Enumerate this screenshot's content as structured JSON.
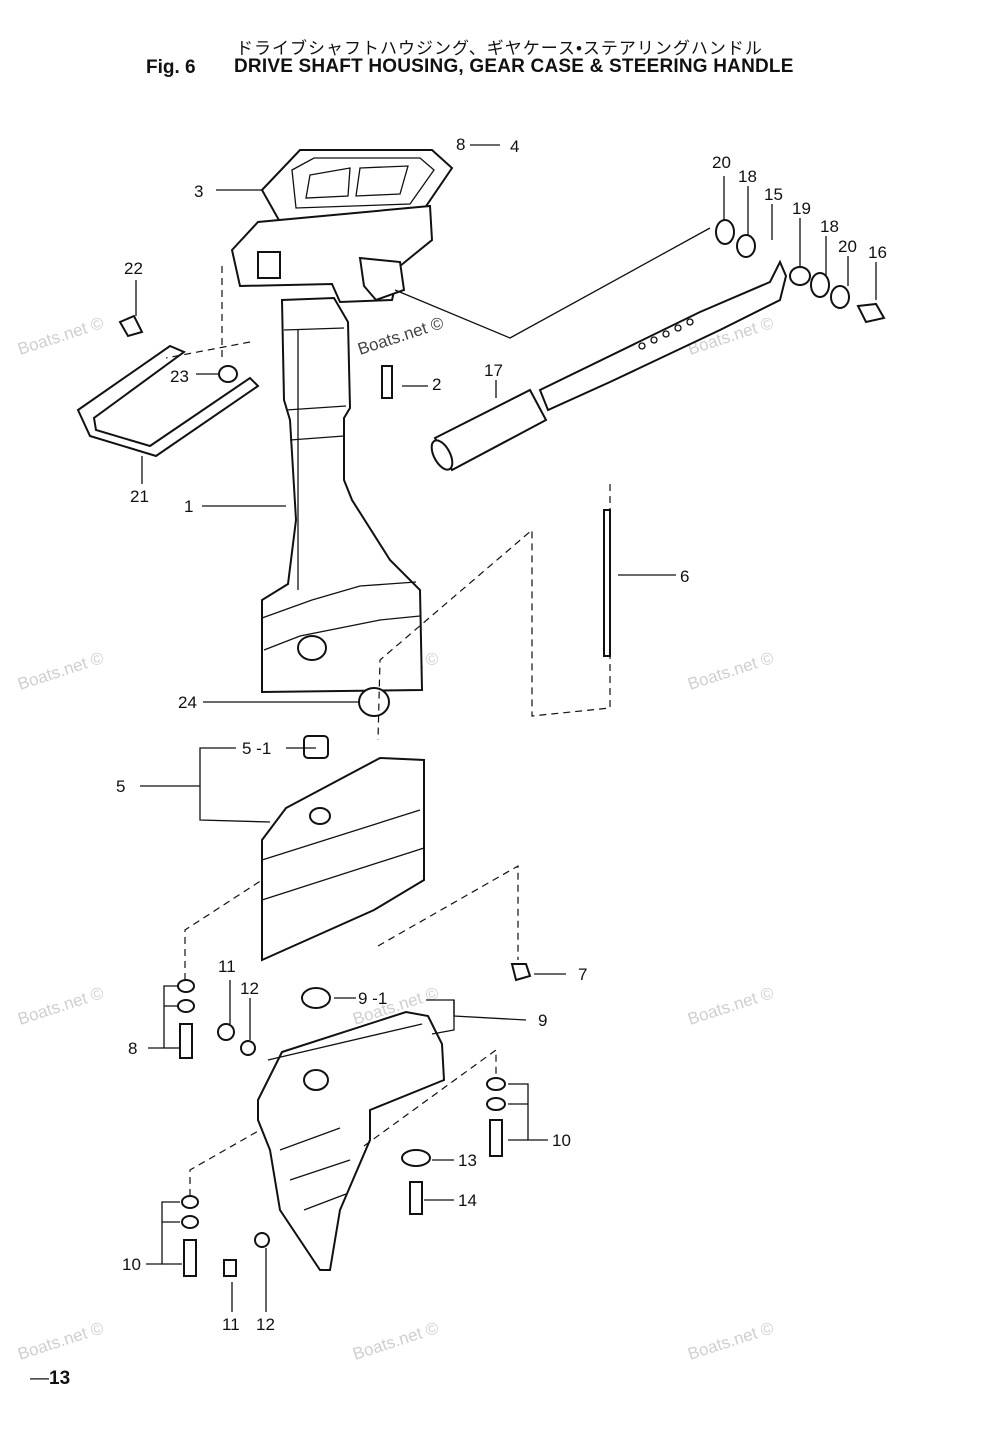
{
  "header": {
    "title_japanese": "ドライブシャフトハウジング、ギヤケース•ステアリングハンドル",
    "fig_label": "Fig. 6",
    "title_english": "DRIVE SHAFT HOUSING, GEAR CASE & STEERING HANDLE"
  },
  "callouts": {
    "c1": "1",
    "c2": "2",
    "c3": "3",
    "c4": "4",
    "c5": "5",
    "c5_1": "5 -1",
    "c6": "6",
    "c7": "7",
    "c8": "8",
    "c9": "9",
    "c9_1": "9 -1",
    "c10a": "10",
    "c10b": "10",
    "c11a": "11",
    "c11b": "11",
    "c12a": "12",
    "c12b": "12",
    "c13": "13",
    "c14": "14",
    "c15": "15",
    "c16": "16",
    "c17": "17",
    "c18a": "18",
    "c18b": "18",
    "c19": "19",
    "c20a": "20",
    "c20b": "20",
    "c21": "21",
    "c22": "22",
    "c23": "23",
    "c24": "24"
  },
  "watermark": "Boats.net ©",
  "footer": {
    "page_number": "13"
  }
}
